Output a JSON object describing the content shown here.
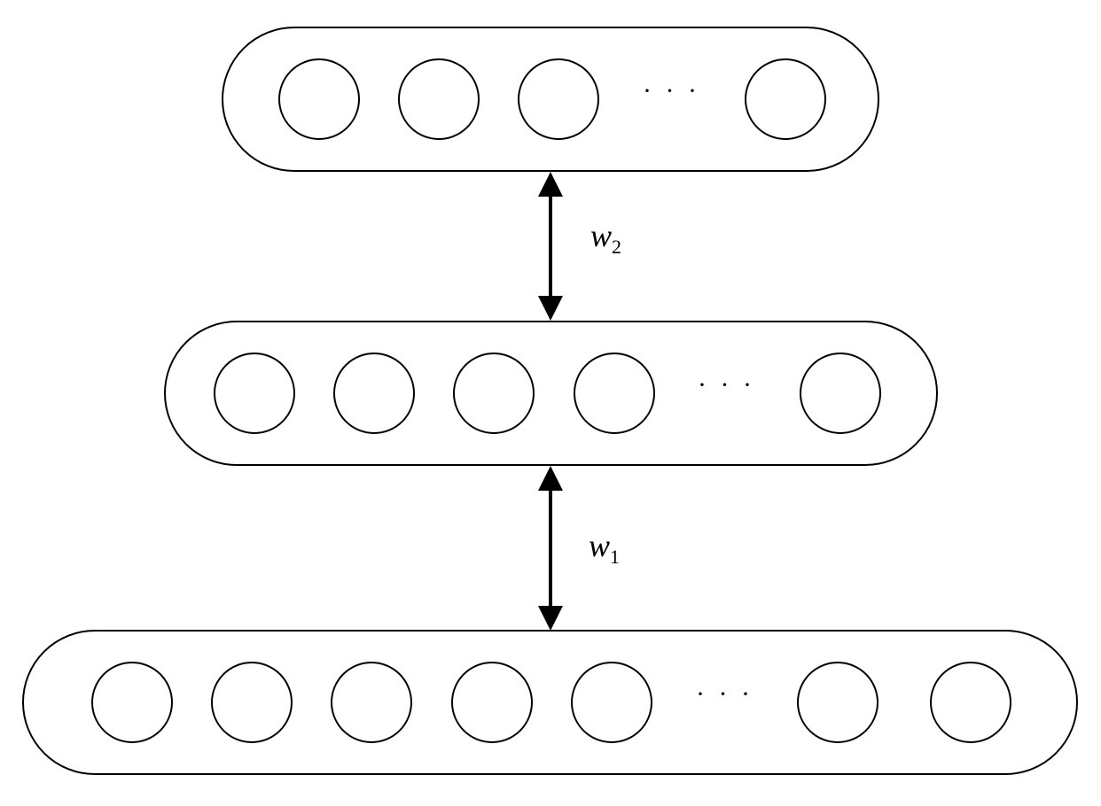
{
  "colors": {
    "stroke": "#000000",
    "background": "#ffffff"
  },
  "layers": [
    {
      "name": "top",
      "visible_units_before_ellipsis": 3,
      "units_after_ellipsis": 1,
      "ellipsis": "· · ·"
    },
    {
      "name": "middle",
      "visible_units_before_ellipsis": 4,
      "units_after_ellipsis": 1,
      "ellipsis": "· · ·"
    },
    {
      "name": "bottom",
      "visible_units_before_ellipsis": 5,
      "units_after_ellipsis": 2,
      "ellipsis": "· · ·"
    }
  ],
  "connections": [
    {
      "between": [
        "bottom",
        "middle"
      ],
      "label": "w",
      "subscript": "1",
      "direction": "bidirectional"
    },
    {
      "between": [
        "middle",
        "top"
      ],
      "label": "w",
      "subscript": "2",
      "direction": "bidirectional"
    }
  ]
}
